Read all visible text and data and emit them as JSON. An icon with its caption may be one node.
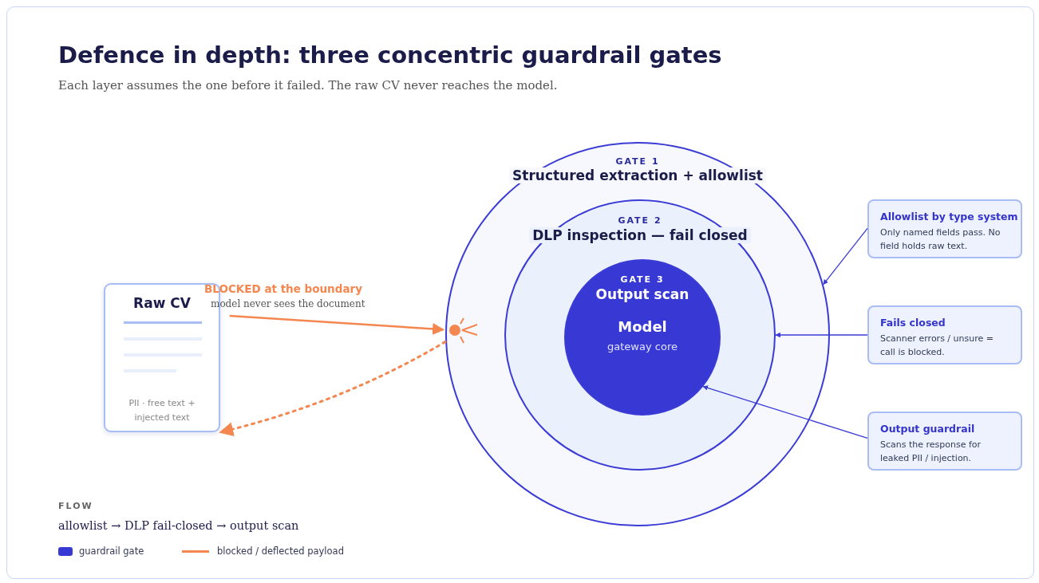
{
  "diagram": {
    "title": "Defence in depth: three concentric guardrail gates",
    "nodes": [
      {
        "text": [
          "GATE 1",
          "Structured extraction + allowlist"
        ]
      },
      {
        "text": [
          "GATE 2",
          "DLP inspection — fail closed"
        ],
        "in": 0
      },
      {
        "text": [
          "GATE 3",
          "Output scan",
          "Model",
          "gateway core"
        ],
        "in": 1
      },
      {
        "text": [
          "Raw CV",
          "PII · free text + injected text"
        ]
      },
      {
        "text": [],
        "shape": "circle",
        "in": 0
      },
      {
        "text": [
          "Allowlist by type system",
          "Only named fields pass. No field holds raw text."
        ]
      },
      {
        "text": [
          "Fails closed",
          "Scanner errors / unsure = call is blocked."
        ]
      },
      {
        "text": [
          "Output guardrail",
          "Scans the response for leaked PII / injection."
        ]
      }
    ],
    "edges": [
      {
        "from": 3,
        "to": 4,
        "arrow": "to",
        "color": "#f4874f"
      },
      {
        "from": 4,
        "to": 3,
        "arrow": "to",
        "style": "dashed",
        "color": "#f4874f"
      },
      {
        "from": 5,
        "to": 0,
        "arrow": "to"
      },
      {
        "from": 6,
        "to": 1,
        "arrow": "to"
      },
      {
        "from": 7,
        "to": 2,
        "arrow": "to"
      }
    ],
    "labels": [
      "Each layer assumes the one before it failed. The raw CV never reaches the model.",
      "BLOCKED at the boundary",
      "model never sees the document",
      "FLOW",
      "allowlist → DLP fail-closed → output scan"
    ],
    "legend": [
      {
        "text": "guardrail gate",
        "color": "#3838d4"
      },
      {
        "text": "blocked / deflected payload"
      }
    ]
  }
}
